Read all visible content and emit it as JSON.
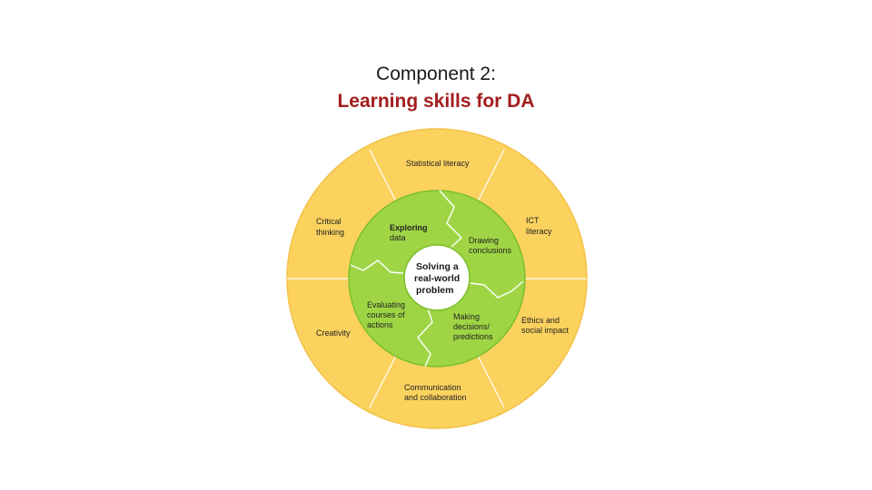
{
  "title": {
    "line1": "Component 2:",
    "line2": "Learning skills for DA"
  },
  "colors": {
    "outer_ring": "#fbd25e",
    "outer_ring_edge": "#f3c148",
    "inner_ring": "#9fd545",
    "inner_ring_edge": "#7cbf2a",
    "center": "#ffffff",
    "title_accent": "#a31d1d"
  },
  "diagram": {
    "center_lines": [
      "Solving a",
      "real-world",
      "problem"
    ],
    "inner_segments": [
      {
        "id": "exploring-data",
        "lines": [
          "Exploring",
          "data"
        ]
      },
      {
        "id": "drawing-conclusions",
        "lines": [
          "Drawing",
          "conclusions"
        ]
      },
      {
        "id": "making-decisions",
        "lines": [
          "Making",
          "decisions/",
          "predictions"
        ]
      },
      {
        "id": "evaluating-courses",
        "lines": [
          "Evaluating",
          "courses of",
          "actions"
        ]
      }
    ],
    "outer_segments": [
      {
        "id": "statistical-literacy",
        "lines": [
          "Statistical literacy"
        ]
      },
      {
        "id": "ict-literacy",
        "lines": [
          "ICT",
          "literacy"
        ]
      },
      {
        "id": "ethics-social-impact",
        "lines": [
          "Ethics and",
          "social impact"
        ]
      },
      {
        "id": "communication-collaboration",
        "lines": [
          "Communication",
          "and collaboration"
        ]
      },
      {
        "id": "creativity",
        "lines": [
          "Creativity"
        ]
      },
      {
        "id": "critical-thinking",
        "lines": [
          "Critical",
          "thinking"
        ]
      }
    ]
  }
}
